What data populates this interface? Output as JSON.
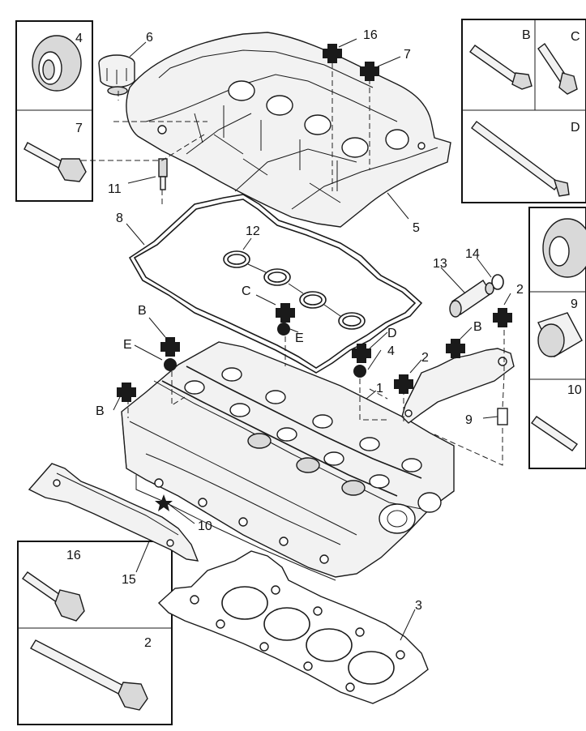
{
  "callouts": {
    "c1": "1",
    "c2a": "2",
    "c2b": "2",
    "c3": "3",
    "c4": "4",
    "c5": "5",
    "c6": "6",
    "c7": "7",
    "c8": "8",
    "c9": "9",
    "c10": "10",
    "c11": "11",
    "c12": "12",
    "c13": "13",
    "c14": "14",
    "c15": "15",
    "c16": "16",
    "cB1": "B",
    "cB2": "B",
    "cC": "C",
    "cD": "D",
    "cE1": "E",
    "cE2": "E"
  },
  "detail_panels": {
    "p4": "4",
    "p7": "7",
    "pB": "B",
    "pC": "C",
    "pD": "D",
    "p9": "9",
    "p10": "10",
    "p16": "16",
    "p2": "2"
  }
}
